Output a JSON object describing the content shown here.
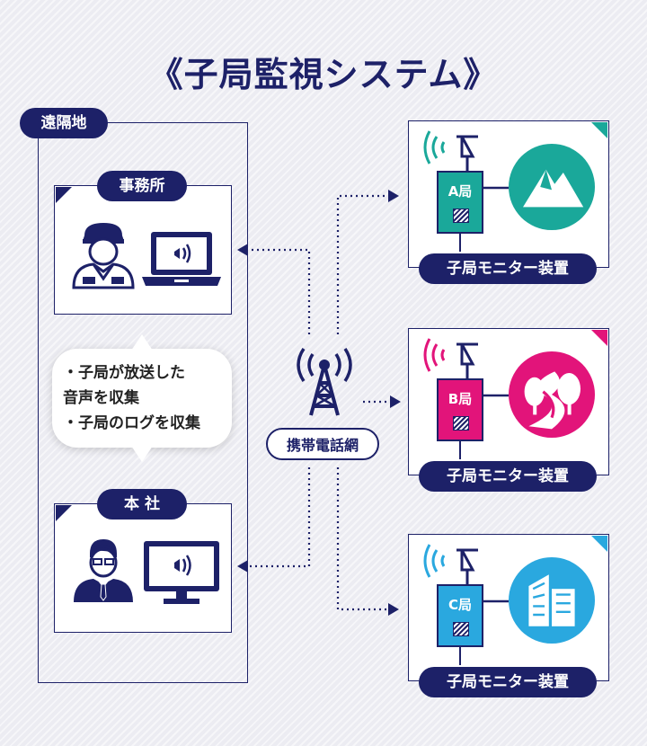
{
  "title": "《子局監視システム》",
  "remote_label": "遠隔地",
  "office": {
    "label": "事務所"
  },
  "headquarters": {
    "label": "本 社"
  },
  "bubble_lines": [
    "・子局が放送した",
    "  音声を収集",
    "・子局のログを収集"
  ],
  "network_label": "携帯電話網",
  "stations": [
    {
      "id": "A",
      "label": "A局",
      "color": "#1aa89a",
      "monitor_label": "子局モニター装置",
      "icon": "mountain-icon"
    },
    {
      "id": "B",
      "label": "B局",
      "color": "#e2147a",
      "monitor_label": "子局モニター装置",
      "icon": "trees-road-icon"
    },
    {
      "id": "C",
      "label": "C局",
      "color": "#2aa8df",
      "monitor_label": "子局モニター装置",
      "icon": "building-icon"
    }
  ],
  "colors": {
    "navy": "#1d2168",
    "background": "#ececf2"
  }
}
